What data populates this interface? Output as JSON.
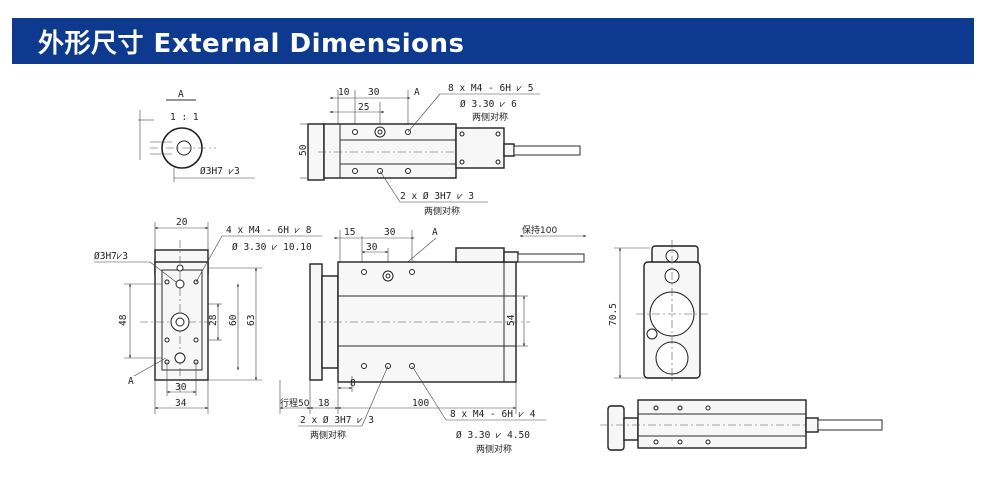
{
  "header": {
    "title": "外形尺寸  External Dimensions"
  },
  "colors": {
    "header_bg": "#0d3a8f",
    "header_text": "#ffffff",
    "line": "#2b2b2b"
  },
  "section_view": {
    "label": "A",
    "ratio": "1 : 1",
    "hole": "Ø3H7 ⩗3"
  },
  "top_view": {
    "dim_10": "10",
    "dim_30": "30",
    "dim_25": "25",
    "label_a": "A",
    "dim_50": "50",
    "note1_line1": "8 x  M4 - 6H ⩗ 5",
    "note1_line2": "Ø  3.30 ⩗ 6",
    "note1_line3": "两侧对称",
    "note2_line1": "2 x  Ø  3H7 ⩗ 3",
    "note2_line2": "两侧对称"
  },
  "front_end_view": {
    "dim_20": "20",
    "hole_callout": "Ø3H7⩗3",
    "note_line1": "4 x  M4 - 6H ⩗ 8",
    "note_line2": "Ø  3.30 ⩗ 10.10",
    "dim_48": "48",
    "dim_28": "28",
    "dim_60": "60",
    "dim_63": "63",
    "label_a": "A",
    "dim_30": "30",
    "dim_34": "34"
  },
  "side_view": {
    "dim_15": "15",
    "dim_30_top": "30",
    "label_a": "A",
    "cable_note": "保持100",
    "dim_30_inner": "30",
    "dim_54": "54",
    "dim_8": "8",
    "stroke_label": "行程50",
    "dim_18": "18",
    "dim_100": "100",
    "note1_line1": "2 x  Ø  3H7 ⩗ 3",
    "note1_line2": "两侧对称",
    "note2_line1": "8 x  M4 - 6H ⩗ 4",
    "note2_line2": "Ø  3.30 ⩗ 4.50",
    "note2_line3": "两侧对称"
  },
  "end_view": {
    "dim_70_5": "70.5"
  }
}
